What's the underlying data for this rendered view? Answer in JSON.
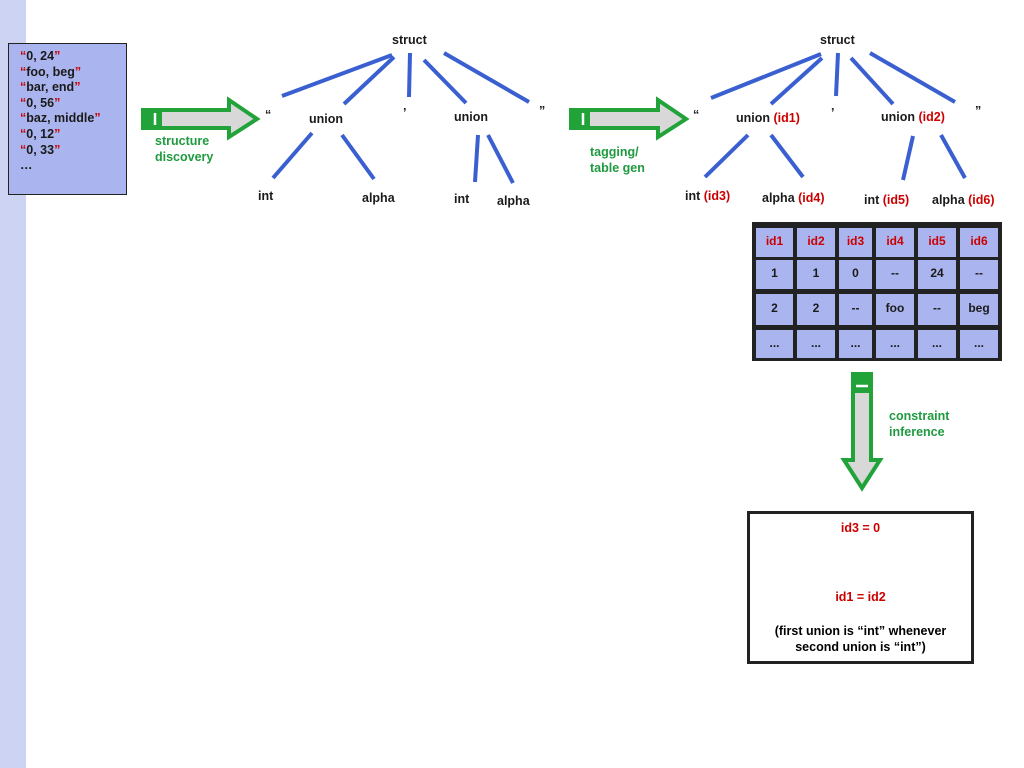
{
  "input_records": [
    {
      "q1": "“",
      "text": "0, 24",
      "q2": "”"
    },
    {
      "q1": "“",
      "text": "foo, beg",
      "q2": "”"
    },
    {
      "q1": "“",
      "text": "bar, end",
      "q2": "”"
    },
    {
      "q1": "“",
      "text": "0, 56",
      "q2": "”"
    },
    {
      "q1": "“",
      "text": "baz, middle",
      "q2": "”"
    },
    {
      "q1": "“",
      "text": "0, 12",
      "q2": "”"
    },
    {
      "q1": "“",
      "text": "0, 33",
      "q2": "”"
    }
  ],
  "input_more": "…",
  "steps": {
    "structure_discovery": [
      "structure",
      "discovery"
    ],
    "tagging": [
      "tagging/",
      "table gen"
    ],
    "constraint": [
      "constraint",
      "inference"
    ]
  },
  "tree1": {
    "root": "struct",
    "open_quote": "“",
    "comma": "’",
    "close_quote": "”",
    "union_left": "union",
    "union_right": "union",
    "int_left": "int",
    "alpha_left": "alpha",
    "int_right": "int",
    "alpha_right": "alpha"
  },
  "tree2": {
    "root": "struct",
    "open_quote": "“",
    "comma": "’",
    "close_quote": "”",
    "union_left": "union",
    "union_left_tag": "(id1)",
    "union_right": "union",
    "union_right_tag": "(id2)",
    "int_left": "int",
    "int_left_tag": "(id3)",
    "alpha_left": "alpha",
    "alpha_left_tag": "(id4)",
    "int_right": "int",
    "int_right_tag": "(id5)",
    "alpha_right": "alpha",
    "alpha_right_tag": "(id6)"
  },
  "table": {
    "headers": [
      "id1",
      "id2",
      "id3",
      "id4",
      "id5",
      "id6"
    ],
    "rows": [
      [
        "1",
        "1",
        "0",
        "--",
        "24",
        "--"
      ],
      [
        "2",
        "2",
        "--",
        "foo",
        "--",
        "beg"
      ],
      [
        "...",
        "...",
        "...",
        "...",
        "...",
        "..."
      ]
    ]
  },
  "constraints": {
    "c1": "id3 = 0",
    "c2": "id1 = id2",
    "note1": "(first union is “int” whenever",
    "note2": "second union is “int”)"
  },
  "colors": {
    "line": "#3a5fd0",
    "arrow_green": "#21a33a",
    "arrow_fill": "#d8d8d8",
    "tag_red": "#cc0000",
    "box_fill": "#aab4ee",
    "left_band": "#ccd3f3"
  }
}
